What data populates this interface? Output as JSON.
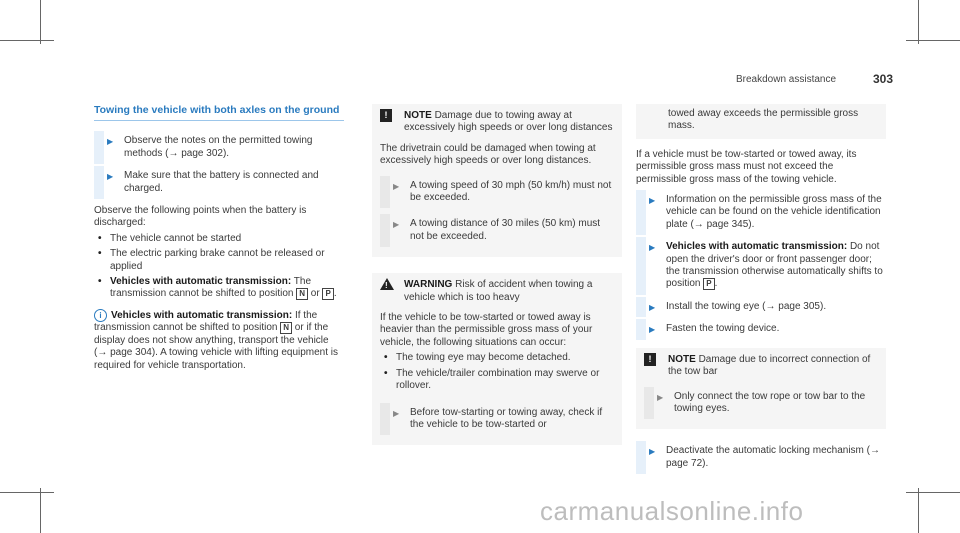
{
  "header": {
    "section": "Breakdown assistance",
    "page_number": "303"
  },
  "col1": {
    "title": "Towing the vehicle with both axles on the ground",
    "step1": "Observe the notes on the permitted towing methods (→ page 302).",
    "step2": "Make sure that the battery is connected and charged.",
    "intro": "Observe the following points when the battery is discharged:",
    "bullet1": "The vehicle cannot be started",
    "bullet2": "The electric parking brake cannot be released or applied",
    "bullet3_bold": "Vehicles with automatic transmission:",
    "bullet3_text": "The transmission cannot be shifted to position",
    "bullet3_key_n": "N",
    "bullet3_or": "or",
    "bullet3_key_p": "P",
    "info_bold": "Vehicles with automatic transmission:",
    "info_text1": "If the transmission cannot be shifted to position",
    "info_key": "N",
    "info_text2": "or if the display does not show anything, transport the vehicle (→ page 304). A towing vehicle with lifting equipment is required for vehicle transportation."
  },
  "col2": {
    "note_label": "NOTE",
    "note_title": "Damage due to towing away at excessively high speeds or over long distances",
    "note_body": "The drivetrain could be damaged when towing at excessively high speeds or over long distances.",
    "note_step1": "A towing speed of 30 mph (50 km/h) must not be exceeded.",
    "note_step2": "A towing distance of 30 miles (50 km) must not be exceeded.",
    "warning_label": "WARNING",
    "warning_title": "Risk of accident when towing a vehicle which is too heavy",
    "warning_body": "If the vehicle to be tow-started or towed away is heavier than the permissible gross mass of your vehicle, the following situations can occur:",
    "warning_bullet1": "The towing eye may become detached.",
    "warning_bullet2": "The vehicle/trailer combination may swerve or rollover.",
    "warning_step": "Before tow-starting or towing away, check if the vehicle to be tow-started or"
  },
  "col3": {
    "cont_text": "towed away exceeds the permissible gross mass.",
    "para": "If a vehicle must be tow-started or towed away, its permissible gross mass must not exceed the permissible gross mass of the towing vehicle.",
    "step1": "Information on the permissible gross mass of the vehicle can be found on the vehicle identification plate (→ page 345).",
    "step2_bold": "Vehicles with automatic transmission:",
    "step2_text": "Do not open the driver's door or front passenger door; the transmission otherwise automatically shifts to position",
    "step2_key": "P",
    "step3": "Install the towing eye (→ page 305).",
    "step4": "Fasten the towing device.",
    "note_label": "NOTE",
    "note_title": "Damage due to incorrect connection of the tow bar",
    "note_step": "Only connect the tow rope or tow bar to the towing eyes.",
    "step5": "Deactivate the automatic locking mechanism (→ page 72)."
  },
  "watermark": "carmanualsonline.info"
}
